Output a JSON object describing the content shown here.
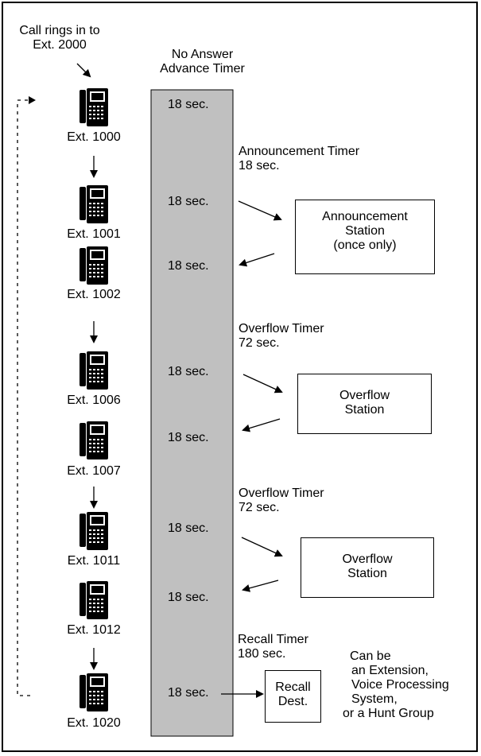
{
  "header": {
    "call_rings_line1": "Call rings in to",
    "call_rings_line2": "Ext. 2000",
    "no_answer_line1": "No Answer",
    "no_answer_line2": "Advance Timer"
  },
  "extensions": [
    {
      "label": "Ext. 1000",
      "time": "18 sec."
    },
    {
      "label": "Ext. 1001",
      "time": "18 sec."
    },
    {
      "label": "Ext. 1002",
      "time": "18 sec."
    },
    {
      "label": "Ext. 1006",
      "time": "18 sec."
    },
    {
      "label": "Ext. 1007",
      "time": "18 sec."
    },
    {
      "label": "Ext. 1011",
      "time": "18 sec."
    },
    {
      "label": "Ext. 1012",
      "time": "18 sec."
    },
    {
      "label": "Ext. 1020",
      "time": "18 sec."
    }
  ],
  "timers": {
    "announcement": {
      "name": "Announcement Timer",
      "value": "18 sec."
    },
    "overflow1": {
      "name": "Overflow Timer",
      "value": "72 sec."
    },
    "overflow2": {
      "name": "Overflow Timer",
      "value": "72 sec."
    },
    "recall": {
      "name": "Recall Timer",
      "value": "180 sec."
    }
  },
  "stations": {
    "announcement": {
      "line1": "Announcement",
      "line2": "Station",
      "line3": "(once only)"
    },
    "overflow1": {
      "line1": "Overflow",
      "line2": "Station"
    },
    "overflow2": {
      "line1": "Overflow",
      "line2": "Station"
    },
    "recall": {
      "line1": "Recall",
      "line2": "Dest."
    }
  },
  "recall_note": {
    "line1": "Can be",
    "line2": "an Extension,",
    "line3": "Voice Processing",
    "line4": "System,",
    "line5": "or a Hunt Group"
  },
  "icons": {
    "phone": "desk-phone-icon",
    "arrow": "arrow-icon"
  },
  "colors": {
    "timer_bar": "#c0c0c0",
    "phone_body": "#000000"
  }
}
